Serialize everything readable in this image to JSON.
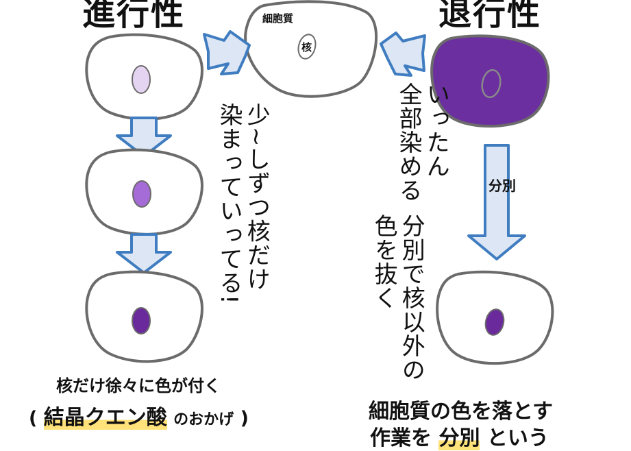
{
  "headings": {
    "progressive": "進行性",
    "regressive": "退行性"
  },
  "labels": {
    "cytoplasm": "細胞質",
    "nucleus": "核",
    "differentiation_arrow": "分別"
  },
  "notes": {
    "progressive_vertical": [
      "少~しずつ核だけ",
      "染まっていってる!"
    ],
    "regressive_first": [
      "いったん",
      "全部染める"
    ],
    "regressive_second": [
      "分別で核以外の",
      "色を抜く"
    ]
  },
  "captions": {
    "progressive_line1": "核だけ徐々に色が付く",
    "progressive_line2_open": "(",
    "progressive_line2_highlight": "結晶クエン酸",
    "progressive_line2_rest": "のおかげ",
    "progressive_line2_close": ")",
    "regressive_line1": "細胞質の色を落とす",
    "regressive_line2_a": "作業を",
    "regressive_line2_highlight": "分別",
    "regressive_line2_b": "という"
  },
  "colors": {
    "cell_outline": "#6b6b6b",
    "arrow_fill": "#dde6f5",
    "arrow_stroke": "#3f7dc0",
    "nucleus_light": "#e4d4f1",
    "nucleus_medium": "#a56bd6",
    "nucleus_dark": "#6a2a9c",
    "fully_stained_cell": "#6b2fa0",
    "highlight": "#ffe27a"
  }
}
